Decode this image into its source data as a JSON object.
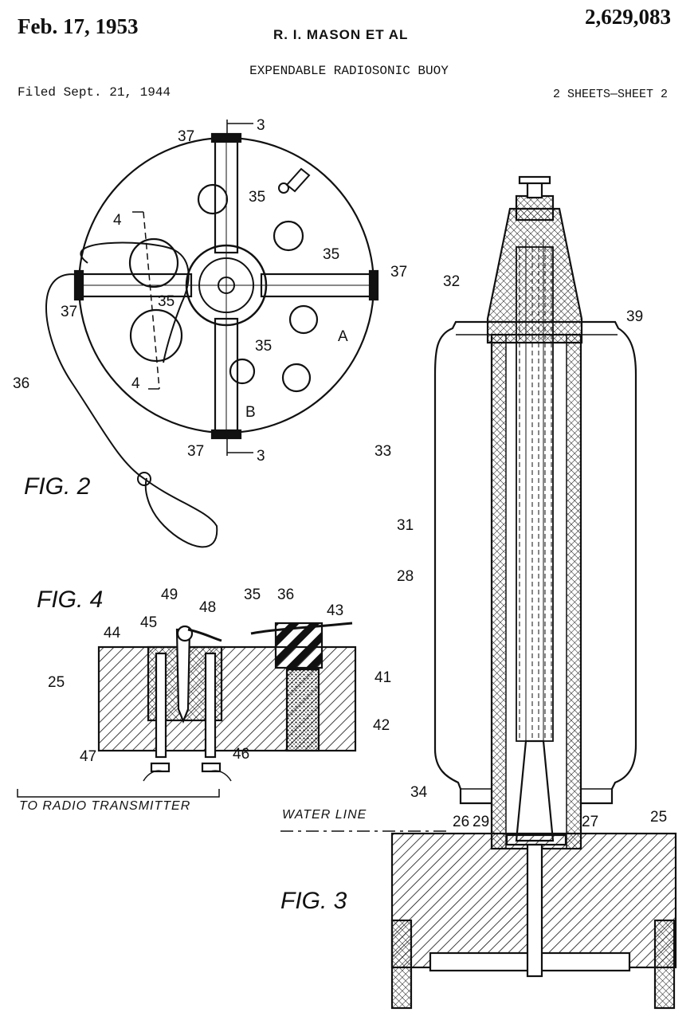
{
  "header": {
    "date": "Feb. 17, 1953",
    "inventor": "R. I. MASON ET AL",
    "patent_number": "2,629,083",
    "title": "EXPENDABLE RADIOSONIC BUOY",
    "filed": "Filed Sept. 21, 1944",
    "sheet": "2 SHEETS—SHEET 2"
  },
  "figures": {
    "fig2": {
      "label": "FIG. 2",
      "refs": {
        "r37a": "37",
        "r3a": "3",
        "r35a": "35",
        "r4a": "4",
        "r35b": "35",
        "r37b": "37",
        "r37c": "37",
        "r35c": "35",
        "r35d": "35",
        "r36": "36",
        "r4b": "4",
        "r37d": "37",
        "r3b": "3",
        "mA": "A",
        "mB": "B"
      }
    },
    "fig3": {
      "label": "FIG. 3",
      "water_line": "WATER LINE",
      "refs": {
        "r32": "32",
        "r39": "39",
        "r33": "33",
        "r31": "31",
        "r28": "28",
        "r34": "34",
        "r26": "26",
        "r29": "29",
        "r27": "27",
        "r25": "25"
      }
    },
    "fig4": {
      "label": "FIG. 4",
      "caption": "TO RADIO TRANSMITTER",
      "refs": {
        "r49": "49",
        "r48": "48",
        "r35": "35",
        "r36": "36",
        "r43": "43",
        "r44": "44",
        "r45": "45",
        "r25": "25",
        "r41": "41",
        "r42": "42",
        "r47": "47",
        "r46": "46"
      }
    }
  }
}
